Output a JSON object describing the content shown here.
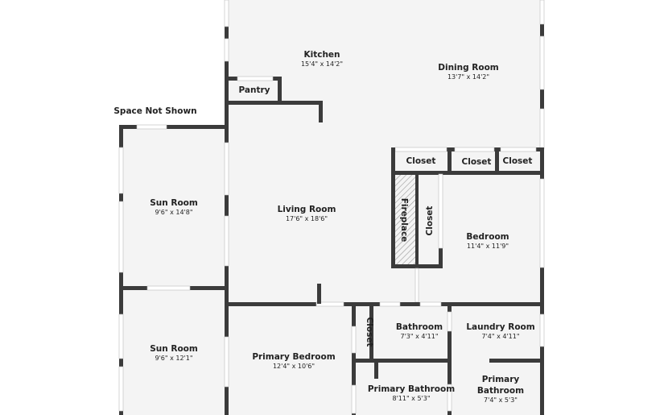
{
  "plan": {
    "space_not_shown": "Space Not Shown",
    "rooms": {
      "kitchen": {
        "name": "Kitchen",
        "dim": "15'4\" x 14'2\""
      },
      "dining": {
        "name": "Dining Room",
        "dim": "13'7\" x 14'2\""
      },
      "pantry": {
        "name": "Pantry"
      },
      "living": {
        "name": "Living Room",
        "dim": "17'6\" x 18'6\""
      },
      "sun1": {
        "name": "Sun Room",
        "dim": "9'6\" x 14'8\""
      },
      "sun2": {
        "name": "Sun Room",
        "dim": "9'6\" x 12'1\""
      },
      "closet1": {
        "name": "Closet"
      },
      "closet2": {
        "name": "Closet"
      },
      "closet3": {
        "name": "Closet"
      },
      "fireplace": {
        "name": "Fireplace"
      },
      "closet4": {
        "name": "Closet"
      },
      "bedroom": {
        "name": "Bedroom",
        "dim": "11'4\" x 11'9\""
      },
      "primary_bedroom": {
        "name": "Primary Bedroom",
        "dim": "12'4\" x 10'6\""
      },
      "closet5": {
        "name": "Closet"
      },
      "bathroom": {
        "name": "Bathroom",
        "dim": "7'3\" x 4'11\""
      },
      "laundry": {
        "name": "Laundry Room",
        "dim": "7'4\" x 4'11\""
      },
      "primary_bath1": {
        "name": "Primary Bathroom",
        "dim": "8'11\" x 5'3\""
      },
      "primary_bath2": {
        "name_line1": "Primary",
        "name_line2": "Bathroom",
        "dim": "7'4\" x 5'3\""
      }
    }
  }
}
